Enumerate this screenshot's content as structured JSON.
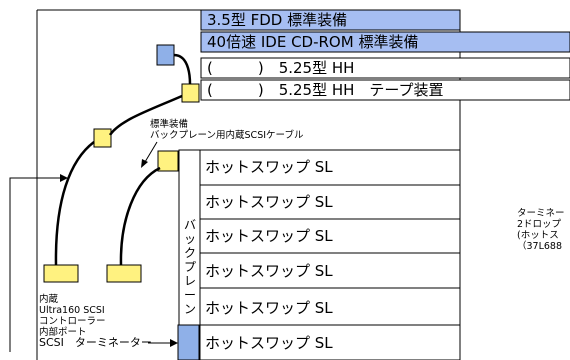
{
  "drive_bays": [
    "3.5型 FDD 標準装備",
    "40倍速 IDE CD-ROM 標準装備",
    "(　　　)　5.25型 HH",
    "(　　　)　5.25型 HH　テープ装置"
  ],
  "hotswap_label": "ホットスワップ SL",
  "hotswap_slots": 6,
  "backplane_label_chars": [
    "バ",
    "ッ",
    "ク",
    "プ",
    "レ",
    "ー",
    "ン"
  ],
  "standard_cable_label": [
    "標準装備",
    "バックプレーン用内蔵SCSIケーブル"
  ],
  "controller_label": [
    "内蔵",
    "Ultra160 SCSI",
    "コントローラー",
    "内部ポート"
  ],
  "scsi_terminator_label": "SCSI　ターミネーター",
  "right_note": [
    "ターミネー",
    "2ドロップ",
    "(ホットス",
    "（37L688"
  ],
  "colors": {
    "bay_fill": "#a6bef2",
    "connector_yellow": "#fff280",
    "connector_blue": "#8fb0e8"
  }
}
